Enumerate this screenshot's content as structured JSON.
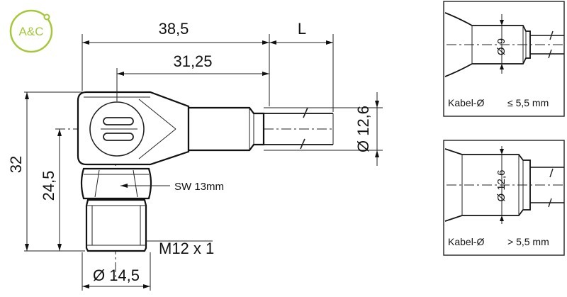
{
  "logo": {
    "text": "A&C",
    "color": "#a5c83a"
  },
  "main_view": {
    "dim_total_length": "38,5",
    "dim_cable_length": "L",
    "dim_inner_length": "31,25",
    "dim_height_total": "32",
    "dim_height_axis": "24,5",
    "dim_cable_diameter": "Ø 12,6",
    "dim_wrench_size": "SW 13mm",
    "dim_thread": "M12 x 1",
    "dim_thread_diameter": "Ø 14,5"
  },
  "detail_small": {
    "dim_diameter": "Ø 9",
    "cable_label": "Kabel-Ø",
    "cable_spec": "≤ 5,5 mm"
  },
  "detail_large": {
    "dim_diameter": "Ø 12,6",
    "cable_label": "Kabel-Ø",
    "cable_spec": "> 5,5 mm"
  }
}
